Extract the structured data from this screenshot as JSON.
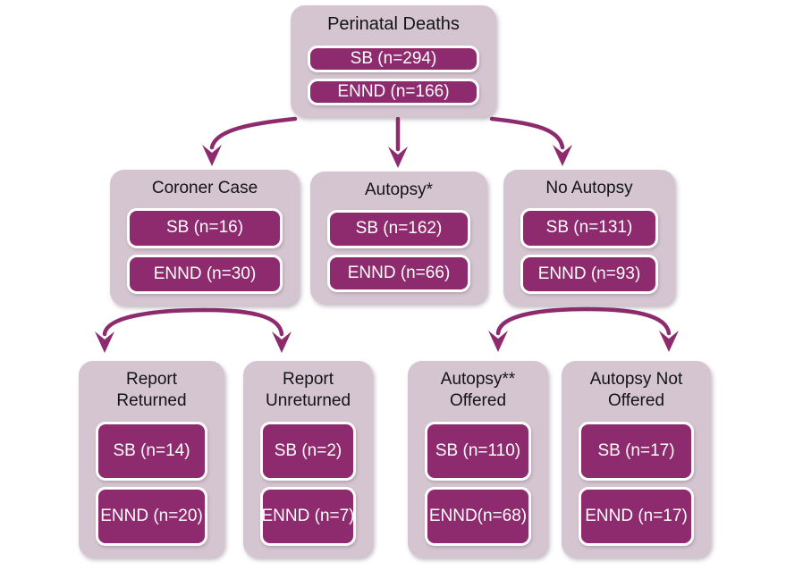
{
  "title": "Perinatal deaths flowchart",
  "colors": {
    "page_bg": "#ffffff",
    "container_bg": "#d4c5d1",
    "box_bg": "#8e2a6e",
    "box_border": "#ffffff",
    "box_text": "#ffffff",
    "title_text": "#141414",
    "arrow": "#8e2a6e"
  },
  "nodes": {
    "perinatal": {
      "title": "Perinatal Deaths",
      "sb": "SB (n=294)",
      "ennd": "ENND (n=166)"
    },
    "coroner": {
      "title": "Coroner Case",
      "sb": "SB (n=16)",
      "ennd": "ENND (n=30)"
    },
    "autopsy": {
      "title": "Autopsy*",
      "sb": "SB (n=162)",
      "ennd": "ENND (n=66)"
    },
    "no_autopsy": {
      "title": "No Autopsy",
      "sb": "SB (n=131)",
      "ennd": "ENND (n=93)"
    },
    "report_returned": {
      "title": "Report Returned",
      "sb": "SB (n=14)",
      "ennd": "ENND (n=20)"
    },
    "report_unreturned": {
      "title": "Report Unreturned",
      "sb": "SB (n=2)",
      "ennd": "ENND (n=7)"
    },
    "autopsy_offered": {
      "title": "Autopsy** Offered",
      "sb": "SB (n=110)",
      "ennd": "ENND(n=68)"
    },
    "autopsy_not_offered": {
      "title": "Autopsy Not Offered",
      "sb": "SB (n=17)",
      "ennd": "ENND (n=17)"
    }
  },
  "edges": [
    {
      "from": "perinatal",
      "to": "coroner"
    },
    {
      "from": "perinatal",
      "to": "autopsy"
    },
    {
      "from": "perinatal",
      "to": "no_autopsy"
    },
    {
      "from": "coroner",
      "to": "report_returned"
    },
    {
      "from": "coroner",
      "to": "report_unreturned"
    },
    {
      "from": "no_autopsy",
      "to": "autopsy_offered"
    },
    {
      "from": "no_autopsy",
      "to": "autopsy_not_offered"
    }
  ]
}
